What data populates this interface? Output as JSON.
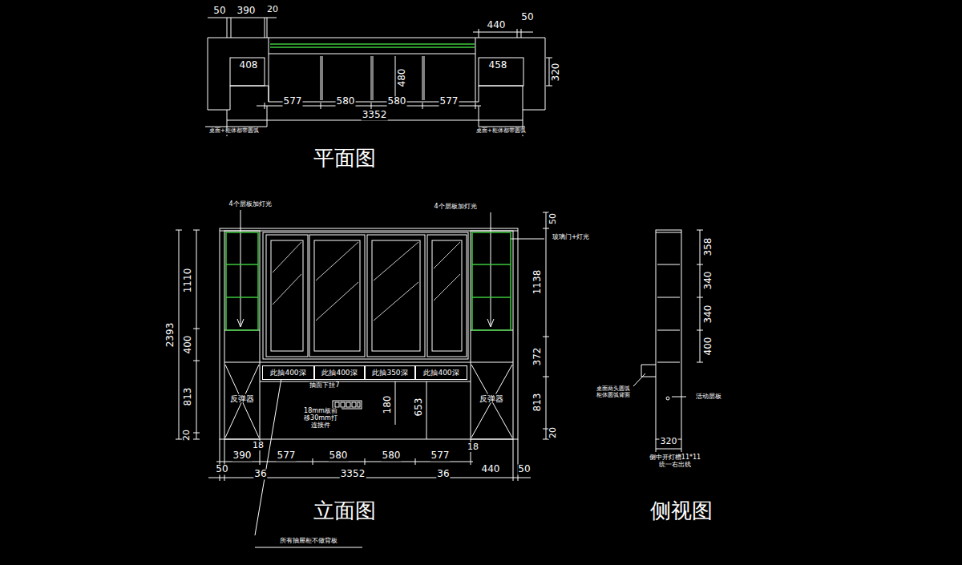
{
  "diagram": {
    "nodes": [
      {
        "text": [
          "此抽400深"
        ]
      },
      {
        "text": [
          "此抽400深"
        ]
      },
      {
        "text": [
          "此抽350深"
        ]
      },
      {
        "text": [
          "此抽400深"
        ]
      }
    ],
    "labels": [
      "50",
      "390",
      "20",
      "440",
      "50",
      "408",
      "458",
      "480",
      "320",
      "577",
      "580",
      "580",
      "577",
      "3352",
      "桌面+柜体都带圆弧",
      "桌面+柜体都带圆弧",
      "平面图",
      "4个层板加灯光",
      "4个层板加灯光",
      "50",
      "玻璃门+灯光",
      "1110",
      "2393",
      "400",
      "813",
      "20",
      "1138",
      "372",
      "813",
      "20",
      "抽面下挂7",
      "18mm板前 移30mm打 连接件",
      "180",
      "653",
      "反弹器",
      "反弹器",
      "18",
      "18",
      "390",
      "577",
      "580",
      "580",
      "577",
      "50",
      "36",
      "3352",
      "36",
      "440",
      "50",
      "立面图",
      "所有抽屉柜不做背板",
      "358",
      "340",
      "340",
      "400",
      "桌面两头圆弧 柜体圆弧背面",
      "活动层板",
      "320",
      "侧中开灯槽11*11 统一右出线",
      "侧视图"
    ]
  }
}
